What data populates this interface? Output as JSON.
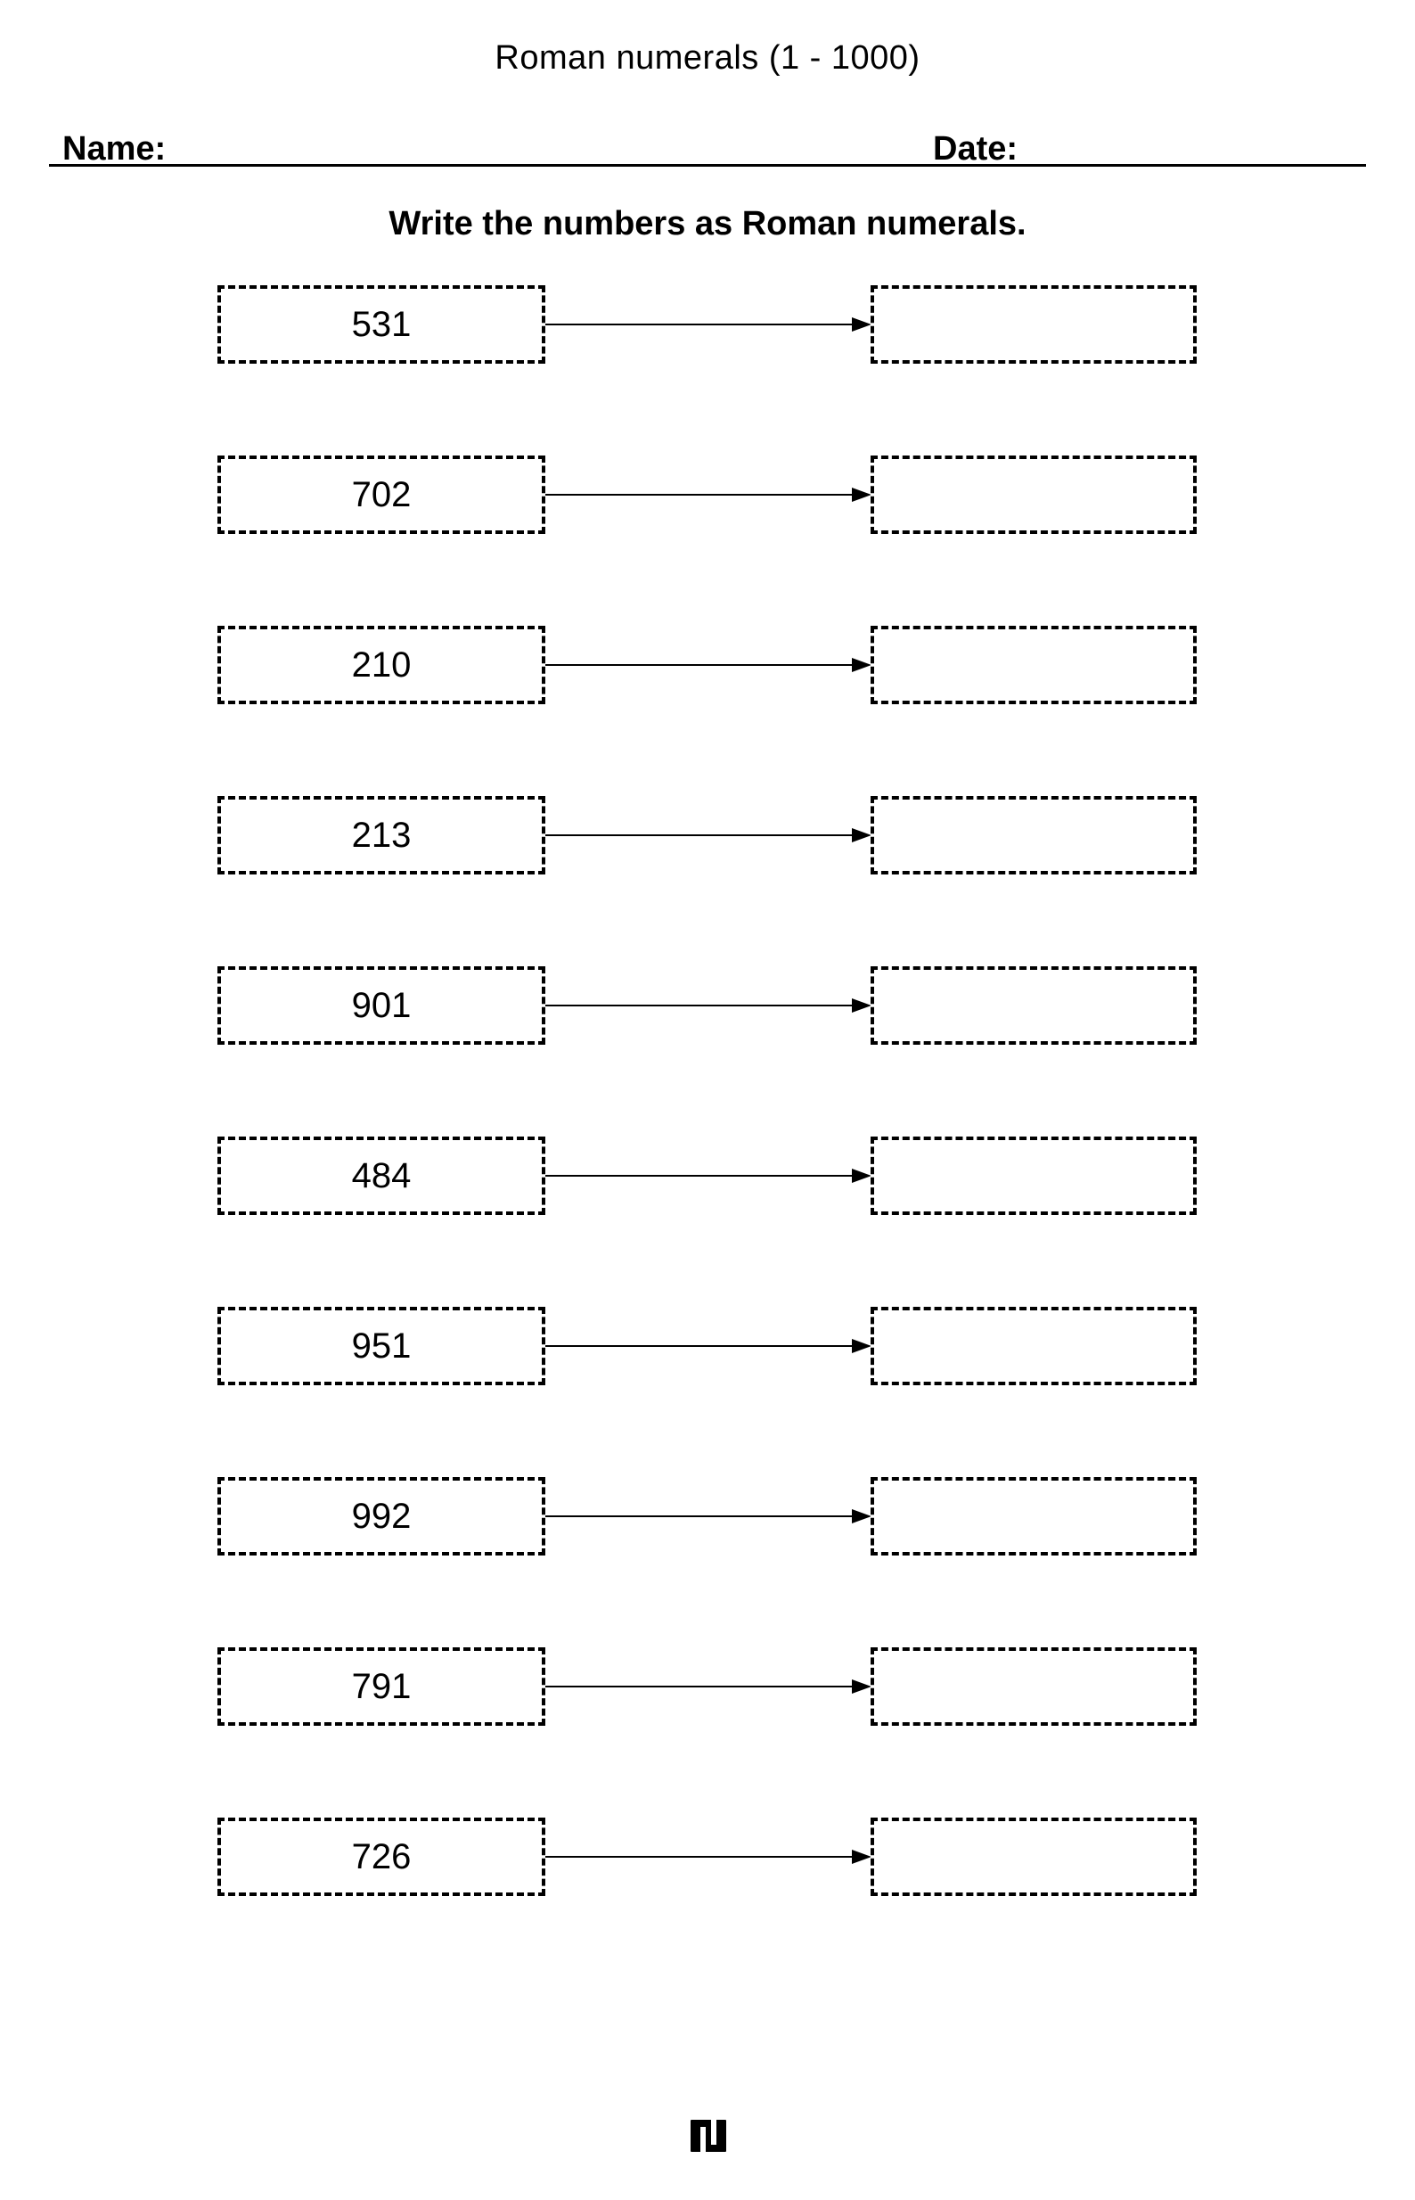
{
  "header": {
    "title": "Roman numerals (1 - 1000)",
    "name_label": "Name:",
    "date_label": "Date:",
    "instruction": "Write the numbers as Roman numerals."
  },
  "rows": [
    {
      "number": "531",
      "answer": ""
    },
    {
      "number": "702",
      "answer": ""
    },
    {
      "number": "210",
      "answer": ""
    },
    {
      "number": "213",
      "answer": ""
    },
    {
      "number": "901",
      "answer": ""
    },
    {
      "number": "484",
      "answer": ""
    },
    {
      "number": "951",
      "answer": ""
    },
    {
      "number": "992",
      "answer": ""
    },
    {
      "number": "791",
      "answer": ""
    },
    {
      "number": "726",
      "answer": ""
    }
  ],
  "icons": {
    "row_connector": "arrow-right",
    "footer_logo": "maze-m-logo"
  },
  "colors": {
    "ink": "#000000",
    "paper": "#ffffff"
  }
}
